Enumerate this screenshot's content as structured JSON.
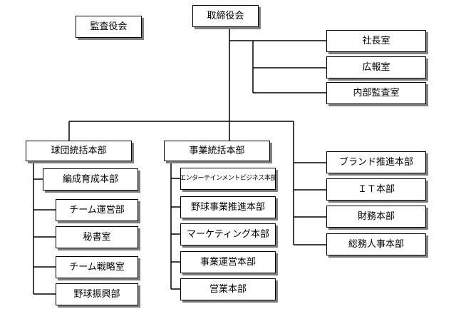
{
  "org": {
    "top": {
      "board": "取締役会",
      "auditors": "監査役会"
    },
    "direct": {
      "president_office": "社長室",
      "pr_office": "広報室",
      "internal_audit": "内部監査室"
    },
    "team_hq": {
      "title": "球団統括本部",
      "units": {
        "development": "編成育成本部",
        "team_ops": "チーム運営部",
        "secretary": "秘書室",
        "strategy": "チーム戦略室",
        "promotion": "野球振興部"
      }
    },
    "business_hq": {
      "title": "事業統括本部",
      "units": {
        "entertainment": "エンターテインメントビジネス本部",
        "baseball_business": "野球事業推進本部",
        "marketing": "マーケティング本部",
        "operations": "事業運営本部",
        "sales": "営業本部"
      }
    },
    "corporate": {
      "brand": "ブランド推進本部",
      "it": "ＩＴ本部",
      "finance": "財務本部",
      "general_affairs": "総務人事本部"
    }
  }
}
